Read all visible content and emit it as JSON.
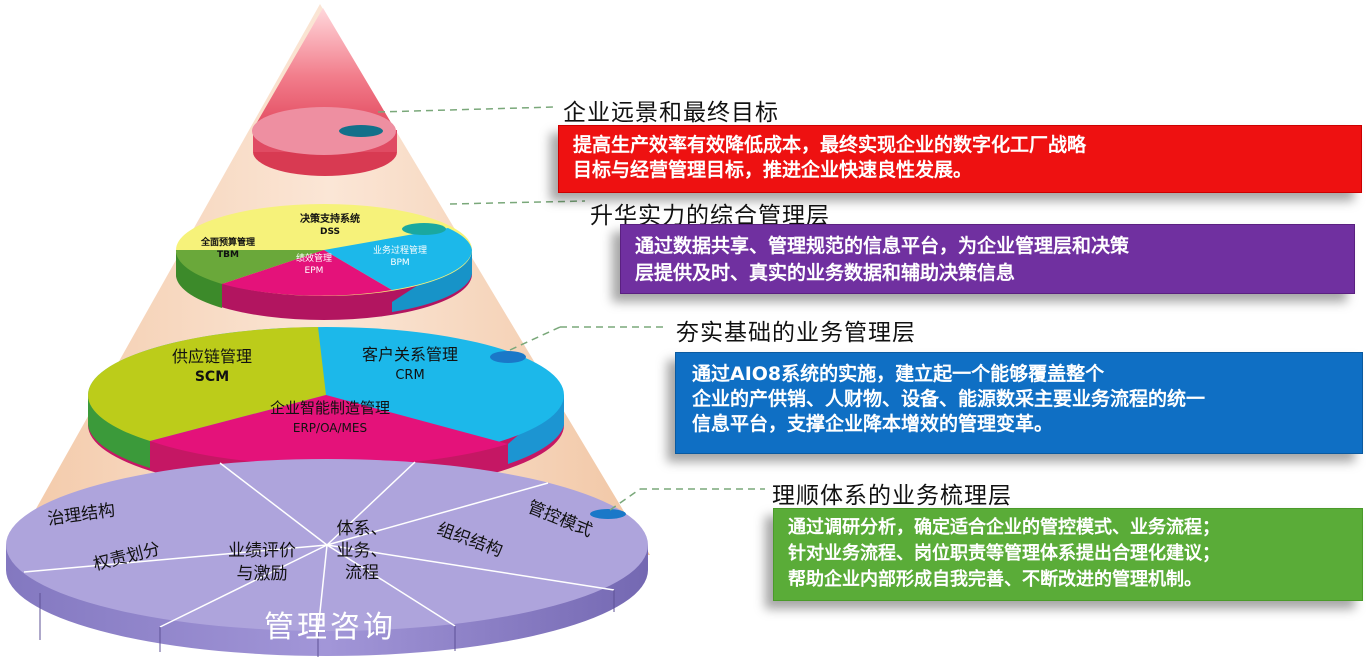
{
  "pyramid": {
    "top": {},
    "tier2": {
      "dss_label": "决策支持系统",
      "dss_abbr": "DSS",
      "tbm_label": "全面预算管理",
      "tbm_abbr": "TBM",
      "epm_label": "绩效管理",
      "epm_abbr": "EPM",
      "bpm_label": "业务过程管理",
      "bpm_abbr": "BPM"
    },
    "tier3": {
      "scm_label": "供应链管理",
      "scm_abbr": "SCM",
      "crm_label": "客户关系管理",
      "crm_abbr": "CRM",
      "erp_label": "企业智能制造管理",
      "erp_abbr": "ERP/OA/MES"
    },
    "base": {
      "segments": [
        "治理结构",
        "权责划分",
        "业绩评价",
        "与激励",
        "体系、",
        "业务、",
        "流程",
        "组织结构",
        "管控模式"
      ],
      "rim_label": "管理咨询"
    }
  },
  "layers": [
    {
      "title": "企业远景和最终目标",
      "lines": [
        "提高生产效率有效降低成本，最终实现企业的数字化工厂战略",
        "目标与经营管理目标，推进企业快速良性发展。"
      ]
    },
    {
      "title": "升华实力的综合管理层",
      "lines": [
        "通过数据共享、管理规范的信息平台，为企业管理层和决策",
        "层提供及时、真实的业务数据和辅助决策信息"
      ]
    },
    {
      "title": "夯实基础的业务管理层",
      "lines": [
        "通过AIO8系统的实施，建立起一个能够覆盖整个",
        "企业的产供销、人财物、设备、能源数采主要业务流程的统一",
        "信息平台，支撑企业降本增效的管理变革。"
      ]
    },
    {
      "title": "理顺体系的业务梳理层",
      "lines": [
        "通过调研分析，确定适合企业的管控模式、业务流程；",
        "针对业务流程、岗位职责等管理体系提出合理化建议；",
        "帮助企业内部形成自我完善、不断改进的管理机制。"
      ]
    }
  ],
  "colors": {
    "cone": "#f7d7bf",
    "layer1_box": "#ee1111",
    "layer2_box": "#7030a0",
    "layer3_box": "#0f6fc4",
    "layer4_box": "#5aac38",
    "base_disc": "#a89ed6",
    "base_rim": "#7a6db8",
    "olive": "#bccc1a",
    "magenta": "#e4127a",
    "cyan": "#1cb8ea",
    "pale_yellow": "#f6f27a",
    "connector_line": "#7aa87a"
  }
}
